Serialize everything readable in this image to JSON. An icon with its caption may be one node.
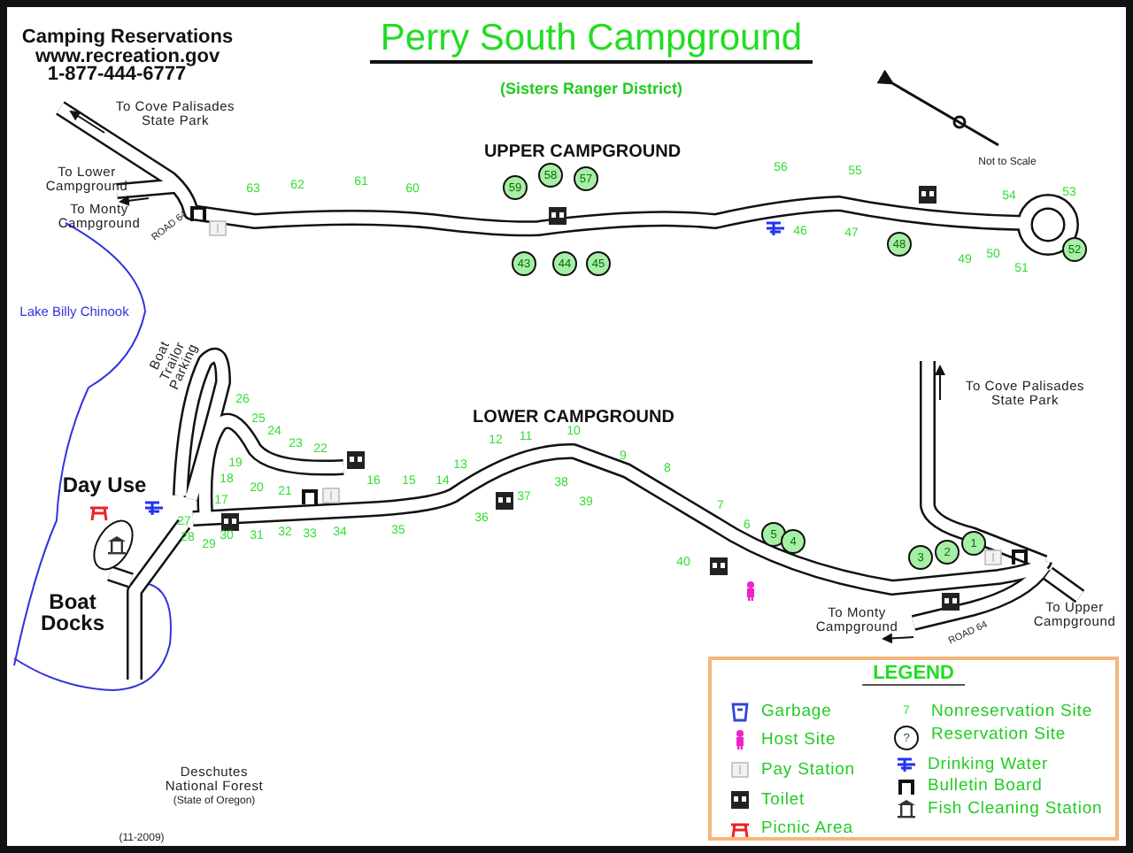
{
  "diagram": {
    "title": "Perry South Campground",
    "nodes": [
      {
        "text": [
          "59"
        ]
      },
      {
        "text": [
          "58"
        ]
      },
      {
        "text": [
          "57"
        ]
      },
      {
        "text": [
          "43"
        ]
      },
      {
        "text": [
          "44"
        ]
      },
      {
        "text": [
          "45"
        ]
      },
      {
        "text": [
          "48"
        ]
      },
      {
        "text": [
          "52"
        ]
      },
      {
        "text": [
          "5"
        ]
      },
      {
        "text": [
          "4"
        ]
      },
      {
        "text": [
          "3"
        ]
      },
      {
        "text": [
          "2"
        ]
      },
      {
        "text": [
          "1"
        ]
      },
      {
        "text": [
          "?"
        ]
      }
    ],
    "labels": [
      "Camping Reservations",
      "www.recreation.gov",
      "1-877-444-6777",
      "(Sisters Ranger District)",
      "To Cove Palisades State Park",
      "UPPER CAMPGROUND",
      "To Lower Campground",
      "To Monty Campground",
      "ROAD 64",
      "63",
      "62",
      "61",
      "60",
      "56",
      "55",
      "54",
      "53",
      "46",
      "47",
      "49",
      "50",
      "51",
      "Not to Scale",
      "Lake Billy Chinook",
      "Boat Trailor Parking",
      "LOWER CAMPGROUND",
      "26",
      "25",
      "24",
      "23",
      "22",
      "19",
      "18",
      "20",
      "21",
      "17",
      "16",
      "15",
      "14",
      "13",
      "12",
      "11",
      "10",
      "9",
      "38",
      "8",
      "37",
      "39",
      "36",
      "7",
      "6",
      "40",
      "27",
      "28",
      "29",
      "30",
      "31",
      "32",
      "33",
      "34",
      "35",
      "Day Use",
      "To Cove Palisades State Park",
      "Boat Docks",
      "To Monty Campground",
      "ROAD 64",
      "To Upper Campground",
      "LEGEND",
      "7",
      "Deschutes National Forest",
      "(State of Oregon)",
      "(11-2009)"
    ],
    "legend": [
      {
        "text": "Garbage"
      },
      {
        "text": "Host Site"
      },
      {
        "text": "Pay Station"
      },
      {
        "text": "Toilet"
      },
      {
        "text": "Picnic Area"
      },
      {
        "text": "Nonreservation Site"
      },
      {
        "text": "Reservation Site"
      },
      {
        "text": "Drinking Water"
      },
      {
        "text": "Bulletin Board"
      },
      {
        "text": "Fish Cleaning Station"
      }
    ]
  }
}
